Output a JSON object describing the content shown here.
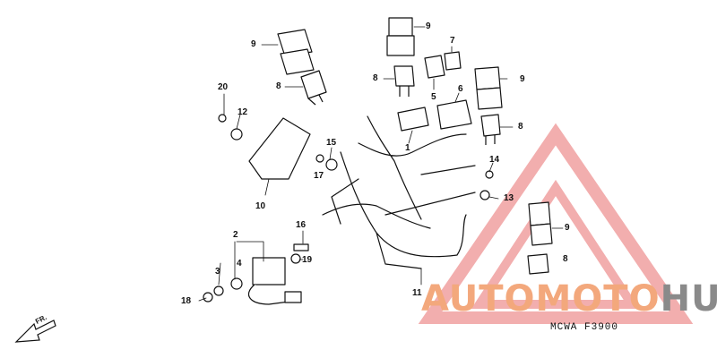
{
  "callouts": [
    {
      "id": "c9a",
      "text": "9"
    },
    {
      "id": "c8a",
      "text": "8"
    },
    {
      "id": "c9b",
      "text": "9"
    },
    {
      "id": "c7",
      "text": "7"
    },
    {
      "id": "c8b",
      "text": "8"
    },
    {
      "id": "c5",
      "text": "5"
    },
    {
      "id": "c6",
      "text": "6"
    },
    {
      "id": "c9c",
      "text": "9"
    },
    {
      "id": "c8c",
      "text": "8"
    },
    {
      "id": "c20",
      "text": "20"
    },
    {
      "id": "c12",
      "text": "12"
    },
    {
      "id": "c1",
      "text": "1"
    },
    {
      "id": "c15",
      "text": "15"
    },
    {
      "id": "c17",
      "text": "17"
    },
    {
      "id": "c14",
      "text": "14"
    },
    {
      "id": "c13",
      "text": "13"
    },
    {
      "id": "c10",
      "text": "10"
    },
    {
      "id": "c2",
      "text": "2"
    },
    {
      "id": "c16",
      "text": "16"
    },
    {
      "id": "c4",
      "text": "4"
    },
    {
      "id": "c19",
      "text": "19"
    },
    {
      "id": "c3",
      "text": "3"
    },
    {
      "id": "c18",
      "text": "18"
    },
    {
      "id": "c11",
      "text": "11"
    },
    {
      "id": "c9d",
      "text": "9"
    },
    {
      "id": "c8d",
      "text": "8"
    }
  ],
  "watermark": {
    "part1": "AUTOMOTO",
    "part2": "HUB",
    "color_primary": "#f3a87c",
    "color_secondary": "#8a8a8a"
  },
  "diagram_code": "MCWA  F3900",
  "direction_label": "FR."
}
